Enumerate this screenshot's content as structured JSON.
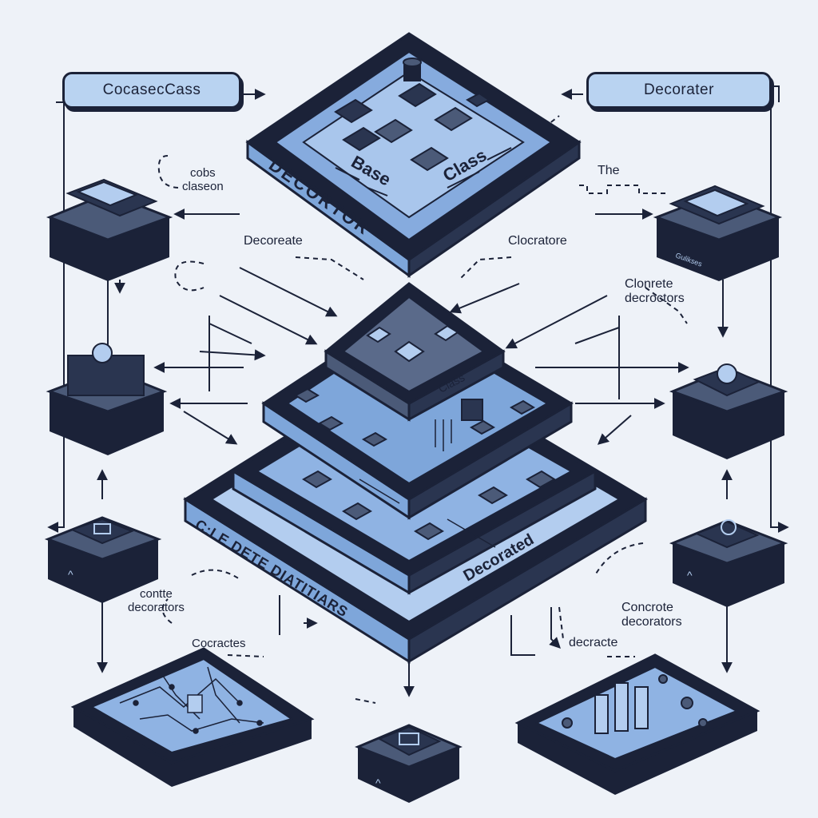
{
  "pills": {
    "left": "CocasecCass",
    "right": "Decorater"
  },
  "top_platform": {
    "base_word": "Base",
    "class_word": "Class",
    "front_text": "DECORTOR"
  },
  "middle_stack": {
    "class_word": "Class",
    "front_left_text": "C:LE DETE DIATITIARS",
    "front_right_text": "Decorated"
  },
  "labels": {
    "cobs_classeon": "cobs\nclaseon",
    "decoreate": "Decoreate",
    "clocratore": "Clocratore",
    "the": "The",
    "clonrete_decroctors": "Clonrete\ndecroctors",
    "contte_decorators": "contte\ndecorators",
    "cocractes": "Cocractes",
    "concrote_decorators": "Concrote\ndecorators",
    "decracte": "decracte",
    "box_small_label": "Gulikses"
  },
  "colors": {
    "ink": "#1b2238",
    "box_top": "#4b5a78",
    "box_front": "#2a3550",
    "blue_light": "#b9d3f1",
    "blue_mid": "#7ea6da",
    "background": "#eef2f8"
  },
  "icons": [
    "chip-icon",
    "cube-icon",
    "circuit-board-icon",
    "arrow-icon"
  ]
}
